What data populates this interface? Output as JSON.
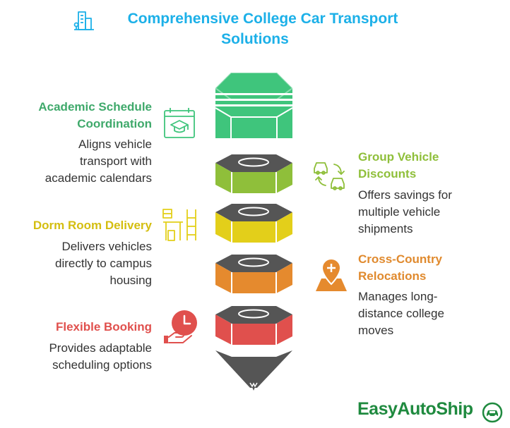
{
  "title": {
    "line1": "Comprehensive College Car Transport",
    "line2": "Solutions"
  },
  "colors": {
    "title": "#1cb0e8",
    "academic": "#3fc57c",
    "group": "#8fbf3a",
    "dorm": "#e3cf1a",
    "relocation": "#e58a2e",
    "flexible": "#e0504d",
    "tip": "#555555",
    "logo": "#1f8a3f"
  },
  "items": {
    "academic": {
      "heading_line1": "Academic Schedule",
      "heading_line2": "Coordination",
      "text_line1": "Aligns vehicle",
      "text_line2": "transport with",
      "text_line3": "academic calendars",
      "icon": "calendar-graduation-cap-icon"
    },
    "group": {
      "heading_line1": "Group Vehicle",
      "heading_line2": "Discounts",
      "text_line1": "Offers savings for",
      "text_line2": "multiple vehicle",
      "text_line3": "shipments",
      "icon": "cars-exchange-icon"
    },
    "dorm": {
      "heading_line1": "Dorm Room Delivery",
      "text_line1": "Delivers vehicles",
      "text_line2": "directly to campus",
      "text_line3": "housing",
      "icon": "dorm-furniture-icon"
    },
    "relocation": {
      "heading_line1": "Cross-Country",
      "heading_line2": "Relocations",
      "text_line1": "Manages long-",
      "text_line2": "distance college",
      "text_line3": "moves",
      "icon": "map-pin-icon"
    },
    "flexible": {
      "heading_line1": "Flexible Booking",
      "text_line1": "Provides adaptable",
      "text_line2": "scheduling options",
      "icon": "clock-hand-icon"
    }
  },
  "logo": {
    "part1": "Easy",
    "part2": "Auto",
    "part3": "Ship"
  }
}
